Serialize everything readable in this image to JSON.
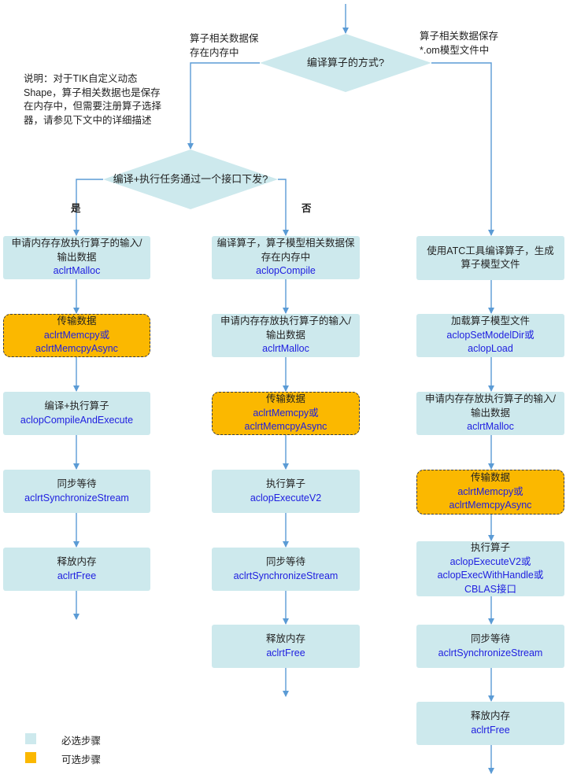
{
  "decision_main": "编译算子的方式?",
  "decision_sub": "编译+执行任务通过一个接口下发?",
  "notes": {
    "memory": [
      "算子相关数据保",
      "存在内存中"
    ],
    "file": [
      "算子相关数据保存",
      "*.om模型文件中"
    ],
    "tik": [
      "说明：对于TIK自定义动态",
      "Shape，算子相关数据也是保存",
      "在内存中，但需要注册算子选择",
      "器，请参见下文中的详细描述"
    ]
  },
  "branch_labels": {
    "yes": "是",
    "no": "否"
  },
  "columns": {
    "left": [
      {
        "title": [
          "申请内存存放执行算子的输入/",
          "输出数据"
        ],
        "api": [
          "aclrtMalloc"
        ],
        "optional": false
      },
      {
        "title": [
          "传输数据"
        ],
        "api": [
          "aclrtMemcpy或",
          "aclrtMemcpyAsync"
        ],
        "optional": true
      },
      {
        "title": [
          "编译+执行算子"
        ],
        "api": [
          "aclopCompileAndExecute"
        ],
        "optional": false
      },
      {
        "title": [
          "同步等待"
        ],
        "api": [
          "aclrtSynchronizeStream"
        ],
        "optional": false
      },
      {
        "title": [
          "释放内存"
        ],
        "api": [
          "aclrtFree"
        ],
        "optional": false
      }
    ],
    "middle": [
      {
        "title": [
          "编译算子，算子模型相关数据保",
          "存在内存中"
        ],
        "api": [
          "aclopCompile"
        ],
        "optional": false
      },
      {
        "title": [
          "申请内存存放执行算子的输入/",
          "输出数据"
        ],
        "api": [
          "aclrtMalloc"
        ],
        "optional": false
      },
      {
        "title": [
          "传输数据"
        ],
        "api": [
          "aclrtMemcpy或",
          "aclrtMemcpyAsync"
        ],
        "optional": true
      },
      {
        "title": [
          "执行算子"
        ],
        "api": [
          "aclopExecuteV2"
        ],
        "optional": false
      },
      {
        "title": [
          "同步等待"
        ],
        "api": [
          "aclrtSynchronizeStream"
        ],
        "optional": false
      },
      {
        "title": [
          "释放内存"
        ],
        "api": [
          "aclrtFree"
        ],
        "optional": false
      }
    ],
    "right": [
      {
        "title": [
          "使用ATC工具编译算子，生成",
          "算子模型文件"
        ],
        "api": [],
        "optional": false
      },
      {
        "title": [
          "加载算子模型文件"
        ],
        "api": [
          "aclopSetModelDir或",
          "aclopLoad"
        ],
        "optional": false
      },
      {
        "title": [
          "申请内存存放执行算子的输入/",
          "输出数据"
        ],
        "api": [
          "aclrtMalloc"
        ],
        "optional": false
      },
      {
        "title": [
          "传输数据"
        ],
        "api": [
          "aclrtMemcpy或",
          "aclrtMemcpyAsync"
        ],
        "optional": true
      },
      {
        "title": [
          "执行算子"
        ],
        "api": [
          "aclopExecuteV2或",
          "aclopExecWithHandle或",
          "CBLAS接口"
        ],
        "optional": false
      },
      {
        "title": [
          "同步等待"
        ],
        "api": [
          "aclrtSynchronizeStream"
        ],
        "optional": false
      },
      {
        "title": [
          "释放内存"
        ],
        "api": [
          "aclrtFree"
        ],
        "optional": false
      }
    ]
  },
  "legend": [
    {
      "label": "必选步骤",
      "color": "#cde9ed"
    },
    {
      "label": "可选步骤",
      "color": "#fbb800"
    }
  ],
  "colors": {
    "required": "#cde9ed",
    "optional": "#fbb800",
    "api_text": "#2020e0",
    "arrow": "#5b9bd5",
    "decision": "#cde9ed"
  }
}
